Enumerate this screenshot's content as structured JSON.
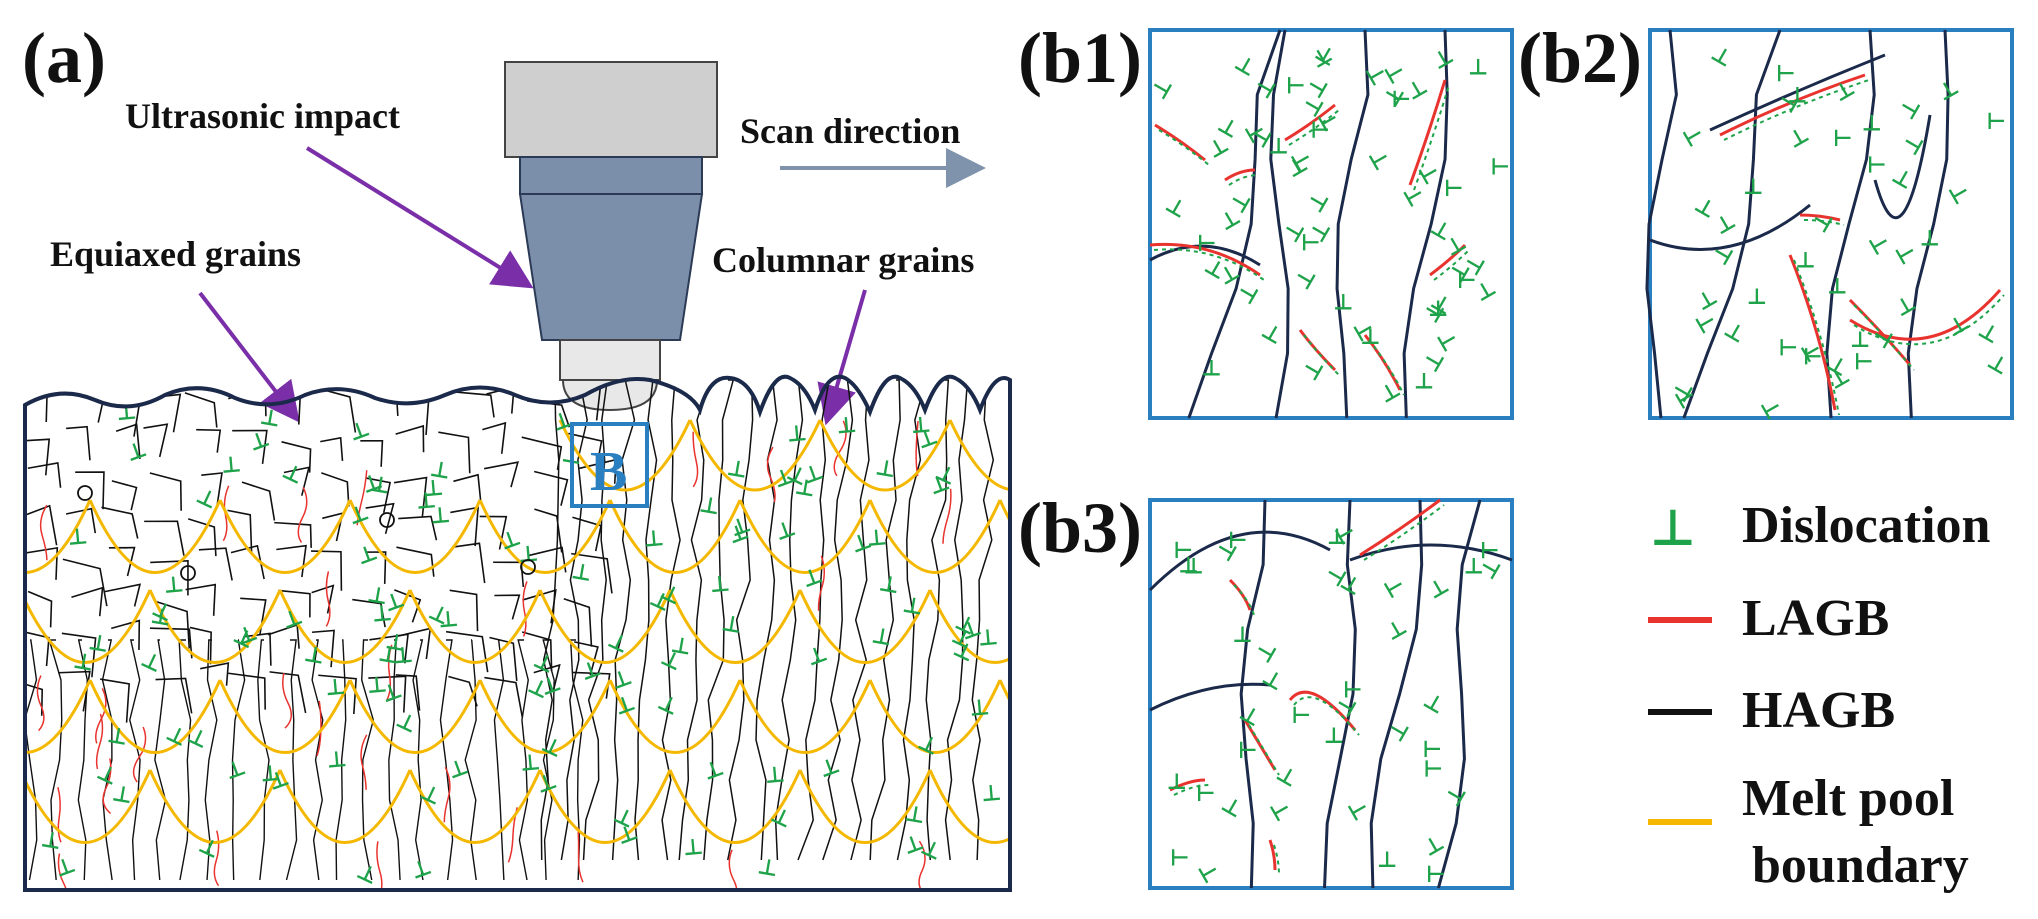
{
  "panels": {
    "a": "(a)",
    "b1": "(b1)",
    "b2": "(b2)",
    "b3": "(b3)"
  },
  "annotations": {
    "ultrasonic_impact": "Ultrasonic impact",
    "scan_direction": "Scan direction",
    "equiaxed_grains": "Equiaxed grains",
    "columnar_grains": "Columnar grains",
    "box_label": "B"
  },
  "legend": {
    "dislocation": "Dislocation",
    "lagb": "LAGB",
    "hagb": "HAGB",
    "melt_pool_line1": "Melt pool",
    "melt_pool_line2": "boundary"
  },
  "colors": {
    "dislocation": "#1fa34a",
    "lagb": "#e8332e",
    "hagb": "#111111",
    "melt_pool": "#f5b800",
    "panel_border": "#2a7fc1",
    "arrow_purple": "#7a2fa8",
    "scan_arrow": "#7f93ad",
    "tool_body": "#7b8fab",
    "tool_cap": "#cfcfcf"
  },
  "icons": {
    "dislocation_symbol": "⊥"
  }
}
